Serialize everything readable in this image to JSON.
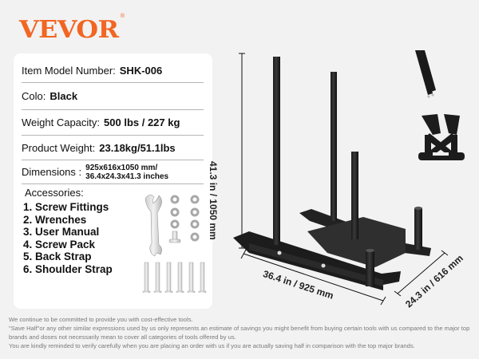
{
  "brand": {
    "name": "VEVOR",
    "mark": "®",
    "color": "#f26522"
  },
  "specs": [
    {
      "label": "Item Model Number:",
      "value": "SHK-006"
    },
    {
      "label": "Colo:",
      "value": "Black"
    },
    {
      "label": "Weight Capacity:",
      "value": "500 lbs / 227 kg"
    },
    {
      "label": "Product Weight:",
      "value": "23.18kg/51.1lbs"
    },
    {
      "label": "Dimensions :",
      "value": "925x616x1050 mm/ 36.4x24.3x41.3 inches"
    }
  ],
  "accessories": {
    "title": "Accessories:",
    "items": [
      "1. Screw Fittings",
      "2. Wrenches",
      "3. User Manual",
      "4. Screw Pack",
      "5. Back Strap",
      "6. Shoulder Strap"
    ]
  },
  "dimensions": {
    "height": "41.3  in / 1050 mm",
    "length": "36.4  in / 925 mm",
    "width": "24.3  in / 616 mm"
  },
  "disclaimer": [
    "We continue to be committed to provide you with cost-effective tools.",
    "\"Save Half\"or any other similar expressions used by us only represents an estimate of savings you might benefit from buying certain tools with us compared to the major top brands and doses not necessarily mean to cover all categories of tools offered by us.",
    "You are kindly reminded to verify carefully when you are placing an order with us if you are actually saving half in comparison with the top major brands."
  ]
}
